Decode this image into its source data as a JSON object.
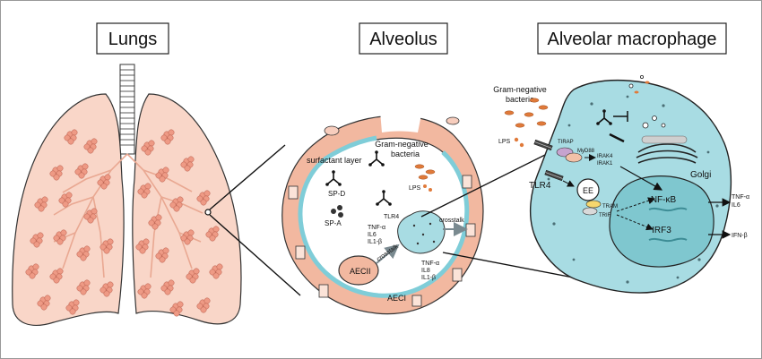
{
  "panels": {
    "lungs": {
      "title": "Lungs"
    },
    "alveolus": {
      "title": "Alveolus",
      "labels": {
        "surfactant_layer": "surfactant layer",
        "sp_d": "SP-D",
        "sp_a": "SP-A",
        "gram_negative_1": "Gram-negative",
        "gram_negative_2": "bacteria",
        "lps": "LPS",
        "tlr4": "TLR4",
        "crosstalk_top": "crosstalk",
        "crosstalk_left": "crosstalk",
        "aecii": "AECII",
        "aeci": "AECI",
        "cyto_left_1": "TNF-α",
        "cyto_left_2": "IL6",
        "cyto_left_3": "IL1-β",
        "cyto_bottom_1": "TNF-α",
        "cyto_bottom_2": "IL8",
        "cyto_bottom_3": "IL1-β"
      }
    },
    "macrophage": {
      "title": "Alveolar macrophage",
      "labels": {
        "gram_negative_1": "Gram-negative",
        "gram_negative_2": "bacteria",
        "lps": "LPS",
        "tirap": "TIRAP",
        "myd88": "MyD88",
        "irak4": "IRAK4",
        "irak1": "IRAK1",
        "golgi": "Golgi",
        "tlr4": "TLR4",
        "ee": "EE",
        "tram": "TRAM",
        "trif": "TRIF",
        "nfkb": "NF-κB",
        "irf3": "IRF3",
        "out_tnf": "TNF-α",
        "out_il6": "IL6",
        "out_ifnb": "IFN-β"
      }
    }
  },
  "colors": {
    "lung_fill": "#f9d6c8",
    "lung_stroke": "#333333",
    "cluster": "#ee9a85",
    "tissue": "#f2b8a0",
    "surfactant": "#7fcdd8",
    "macrophage_fill": "#a8dce3",
    "nucleus_fill": "#7fc7cf",
    "bacteria": "#e07a3a"
  }
}
